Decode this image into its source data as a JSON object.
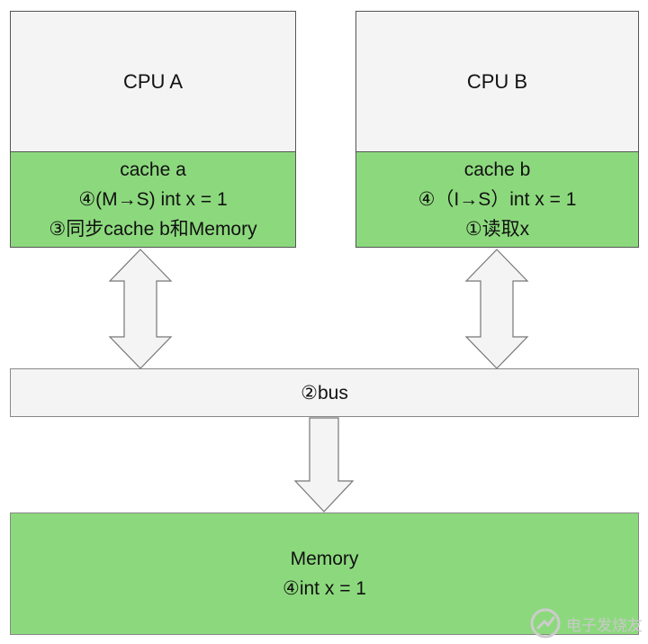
{
  "cpu_a": {
    "title": "CPU A",
    "cache_lines": [
      "cache a",
      "④(M→S) int x = 1",
      "③同步cache b和Memory"
    ]
  },
  "cpu_b": {
    "title": "CPU B",
    "cache_lines": [
      "cache b",
      "④（I→S）int x = 1",
      "①读取x"
    ]
  },
  "bus": {
    "label": "②bus"
  },
  "memory": {
    "lines": [
      "Memory",
      "④int x = 1"
    ]
  },
  "watermark": {
    "text": "电子发烧友"
  },
  "colors": {
    "cache_fill": "#8cd97d",
    "cpu_fill": "#f4f4f4",
    "arrow_fill": "#f4f4f4",
    "border": "#555555"
  },
  "icons": {
    "watermark": "watermark-logo-icon"
  }
}
